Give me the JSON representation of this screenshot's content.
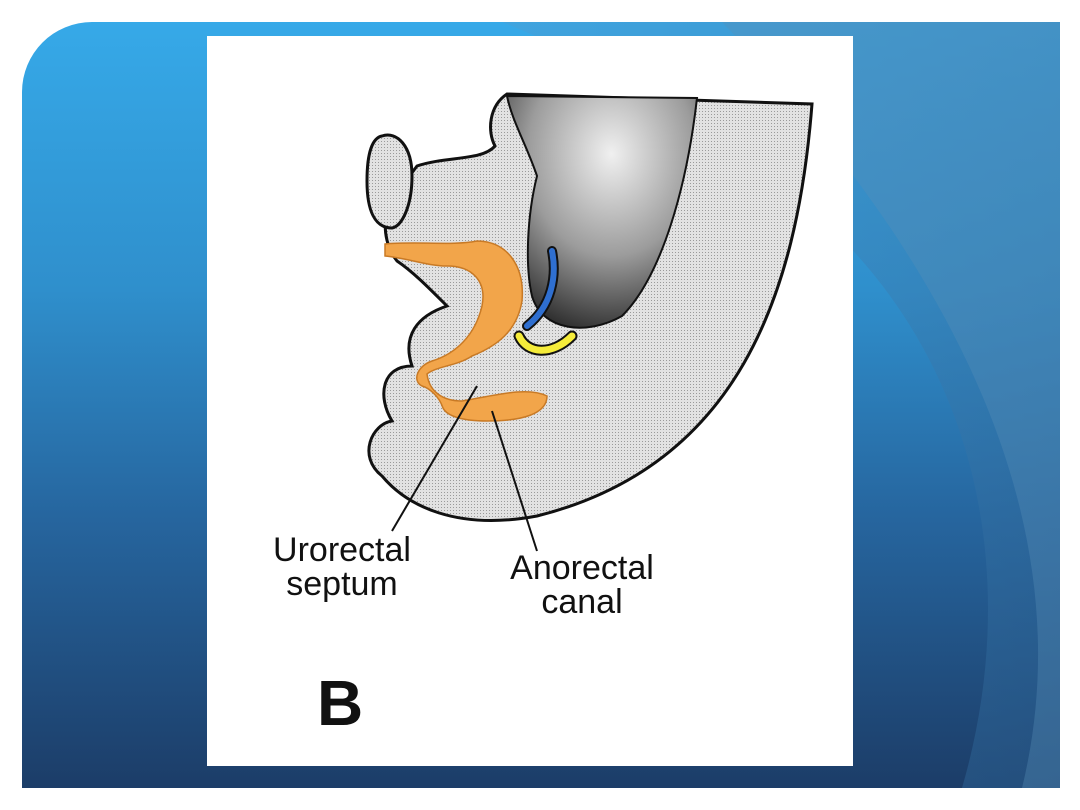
{
  "figure": {
    "panel_letter": "B",
    "labels": {
      "urorectal_line1": "Urorectal",
      "urorectal_line2": "septum",
      "anorectal_line1": "Anorectal",
      "anorectal_line2": "canal"
    }
  },
  "colors": {
    "slide_top": "#36a9e8",
    "slide_bottom": "#1c3d68",
    "tissue": "#d4d4d4",
    "septum": "#f2a54a",
    "blue_duct": "#2f6fd0",
    "yellow_duct": "#f5ec3a"
  }
}
